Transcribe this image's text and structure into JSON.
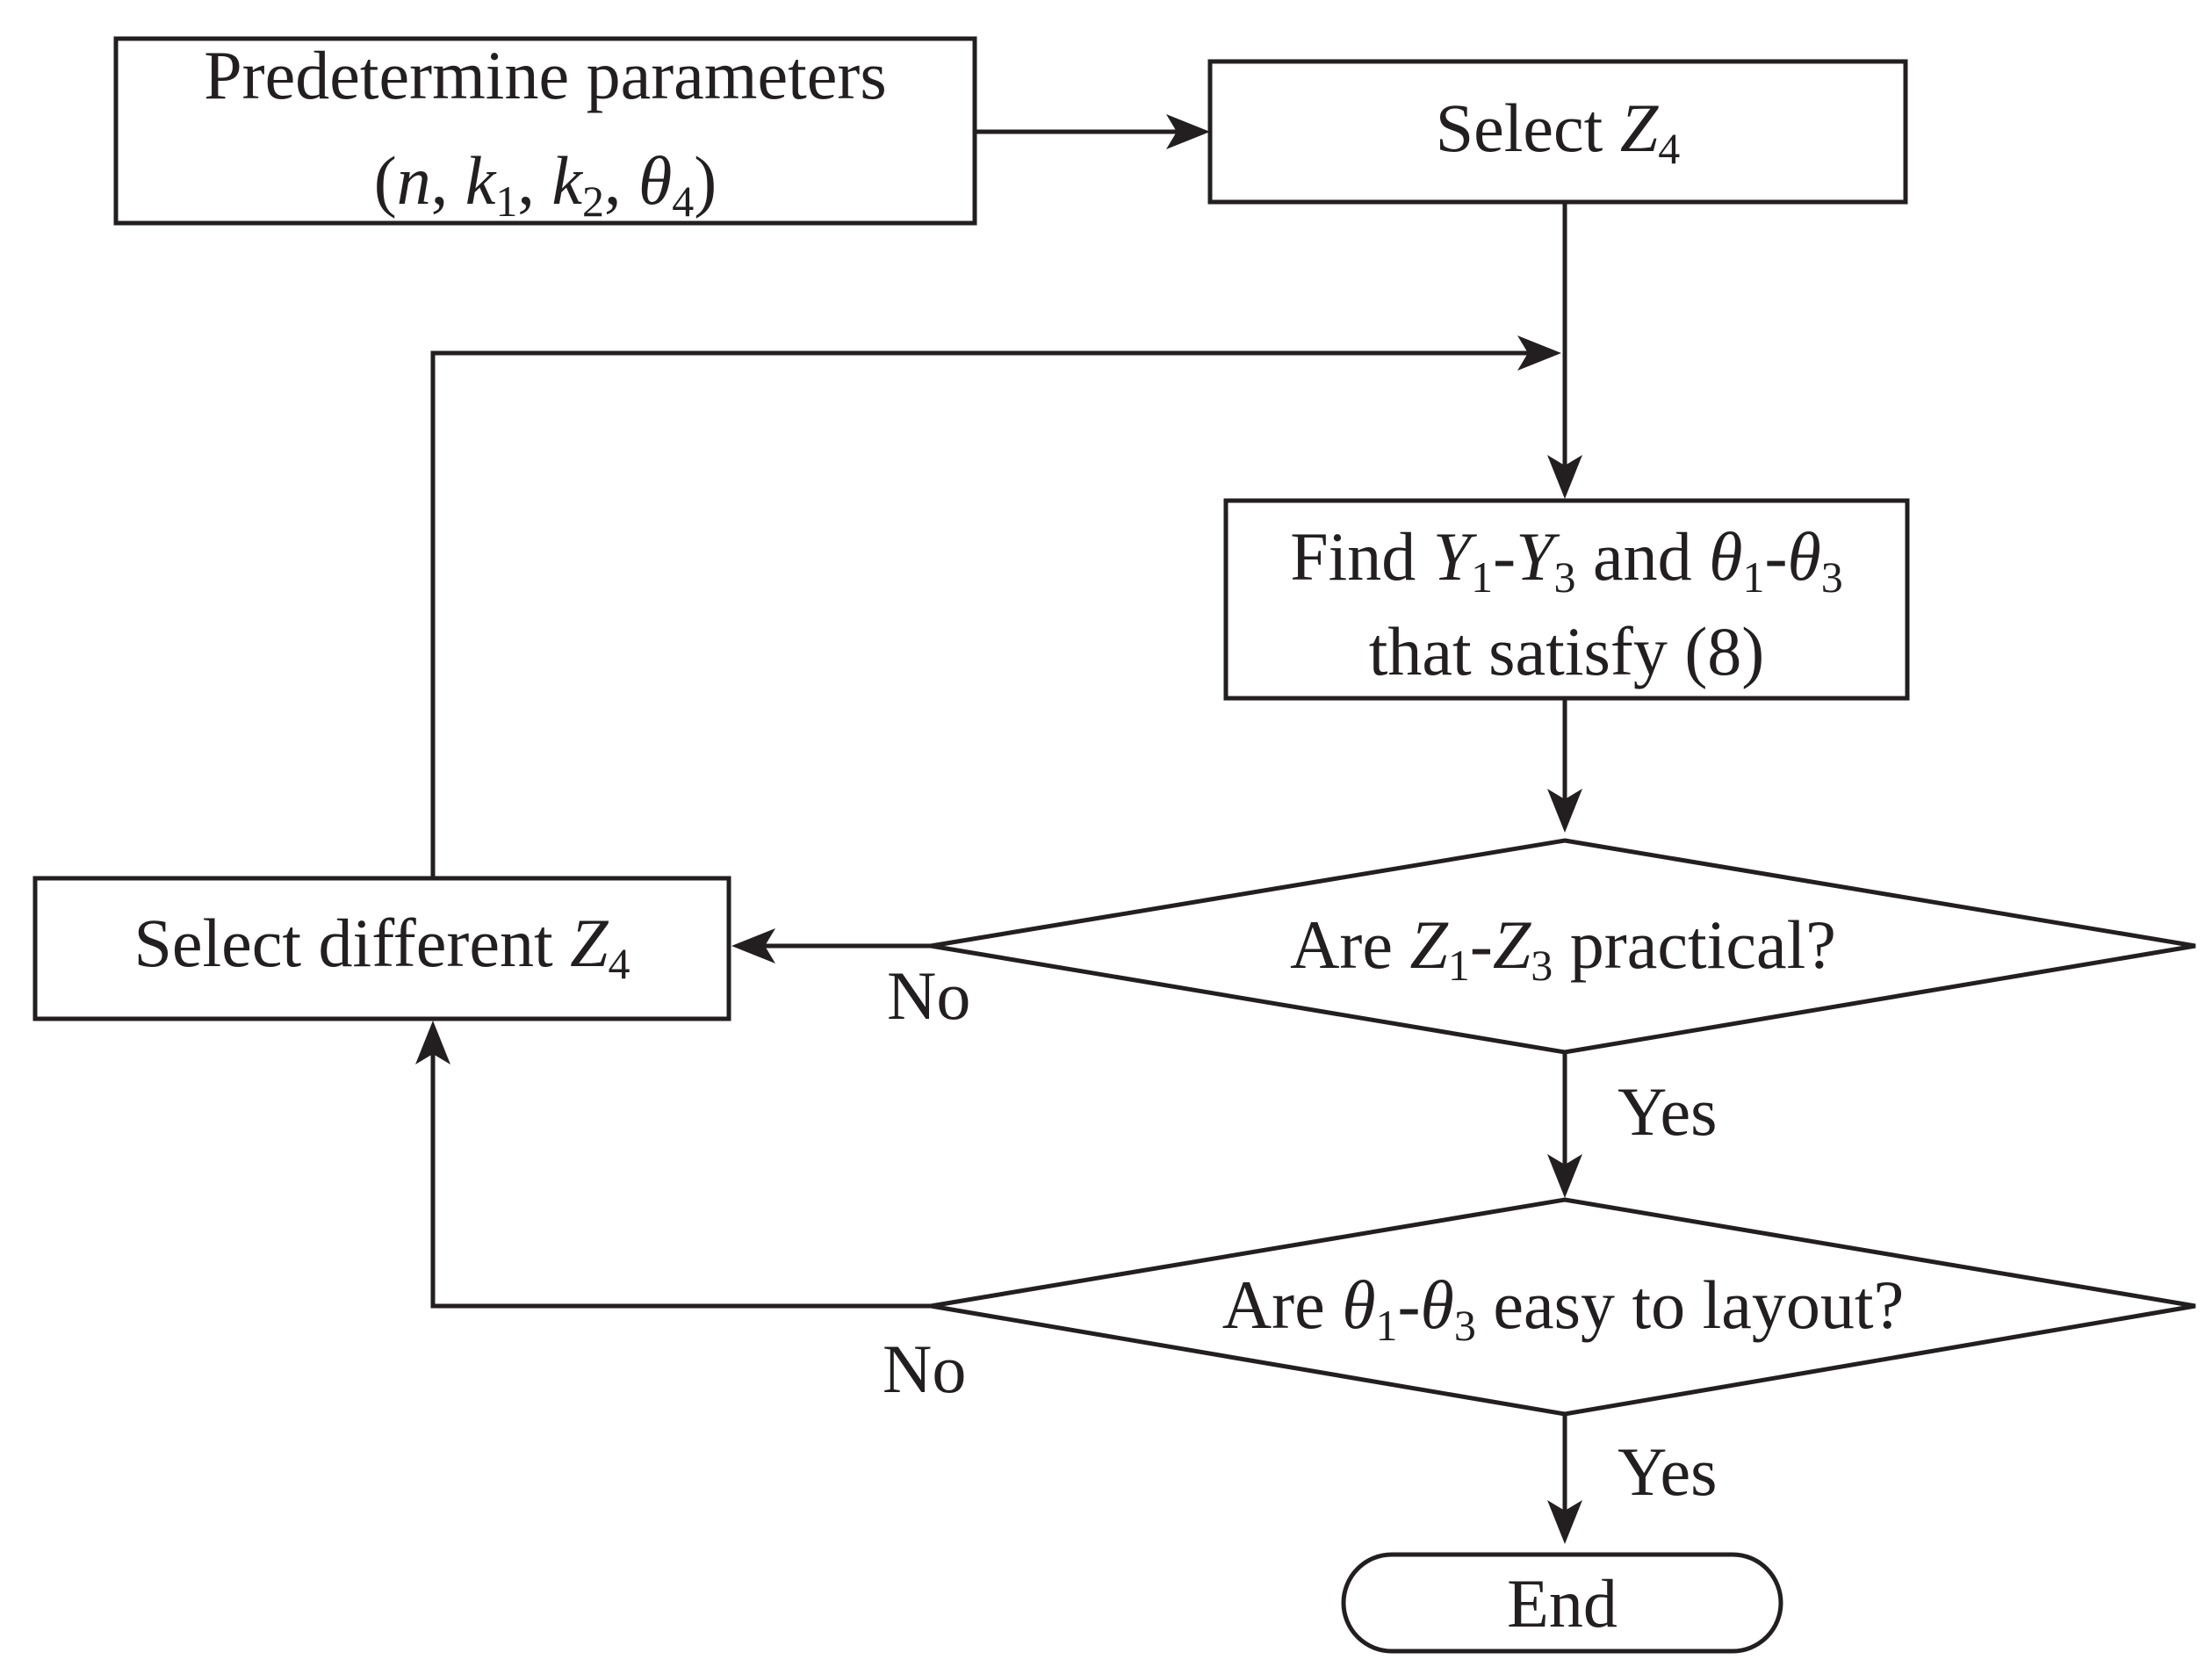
{
  "nodes": {
    "predetermine": {
      "line1": "Predetermine parameters",
      "line2_open": "(",
      "n": "n",
      "sep": ", ",
      "k": "k",
      "k1_sub": "1",
      "k2_sub": "2",
      "theta": "θ",
      "theta4_sub": "4",
      "close": ")"
    },
    "select_z4": {
      "label": "Select ",
      "var": "Z",
      "sub": "4"
    },
    "find": {
      "word": "Find ",
      "y": "Y",
      "y1_sub": "1",
      "dash": "-",
      "y3_sub": "3",
      "and": " and ",
      "theta": "θ",
      "t1_sub": "1",
      "t3_sub": "3",
      "line2": "that satisfy (8)"
    },
    "practical": {
      "are": "Are ",
      "z": "Z",
      "z1_sub": "1",
      "dash": "-",
      "z3_sub": "3",
      "rest": " practical?"
    },
    "layout": {
      "are": "Are ",
      "theta": "θ",
      "t1_sub": "1",
      "dash": "-",
      "t3_sub": "3",
      "rest": " easy to layout?"
    },
    "select_diff": {
      "label": "Select different ",
      "var": "Z",
      "sub": "4"
    },
    "end": {
      "label": "End"
    }
  },
  "edge_labels": {
    "no": "No",
    "yes": "Yes"
  },
  "colors": {
    "stroke": "#231f20",
    "background": "#ffffff"
  }
}
